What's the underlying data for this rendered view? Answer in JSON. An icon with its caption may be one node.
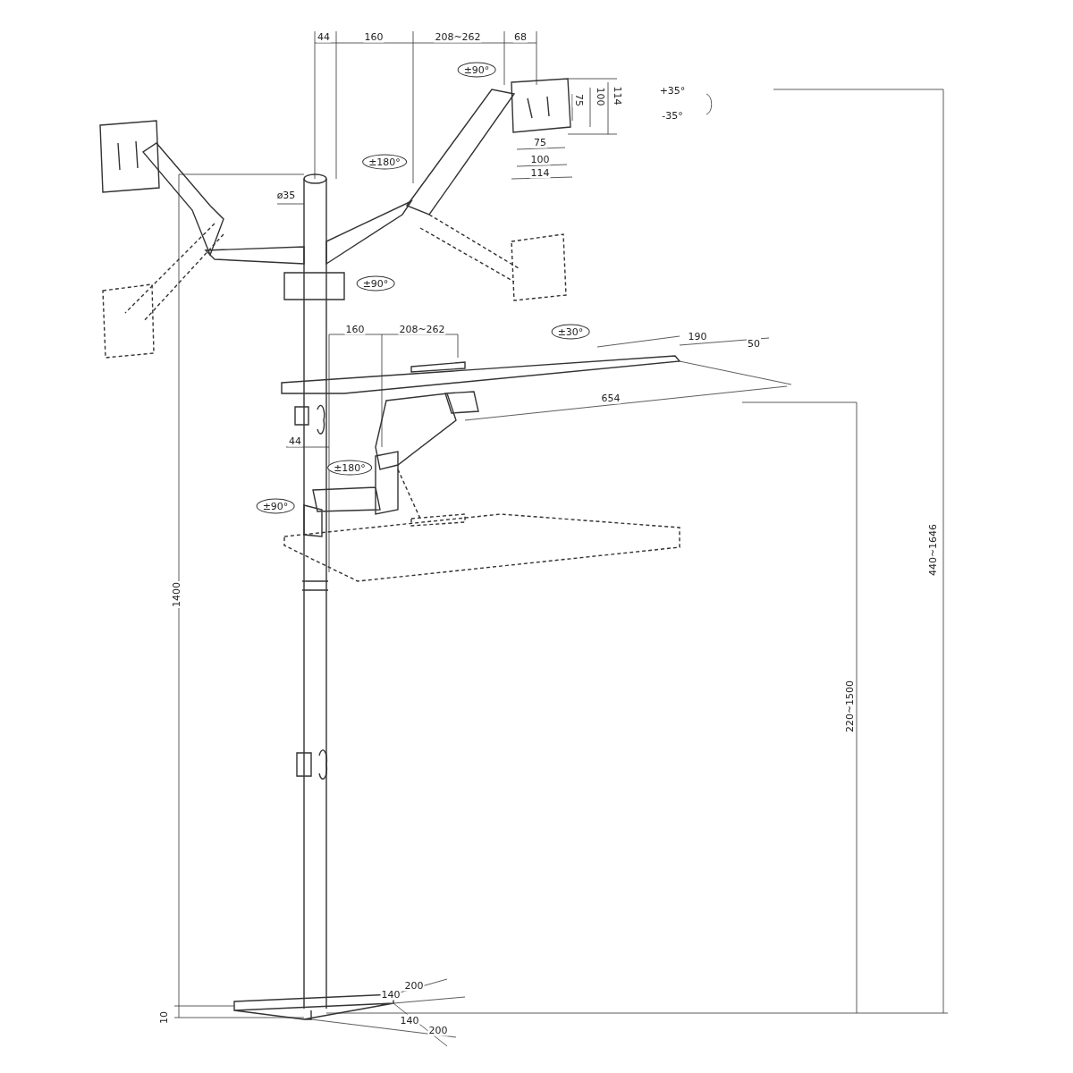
{
  "diagram": {
    "labels": [
      "44",
      "160",
      "208~262",
      "68",
      "±90°",
      "+35°",
      "-35°",
      "75",
      "100",
      "114",
      "75",
      "100",
      "114",
      "±180°",
      "ø35",
      "±90°",
      "160",
      "208~262",
      "±30°",
      "190",
      "50",
      "654",
      "44",
      "±180°",
      "±90°",
      "1400",
      "440~1646",
      "220~1500",
      "200",
      "140",
      "10",
      "140",
      "200"
    ]
  }
}
